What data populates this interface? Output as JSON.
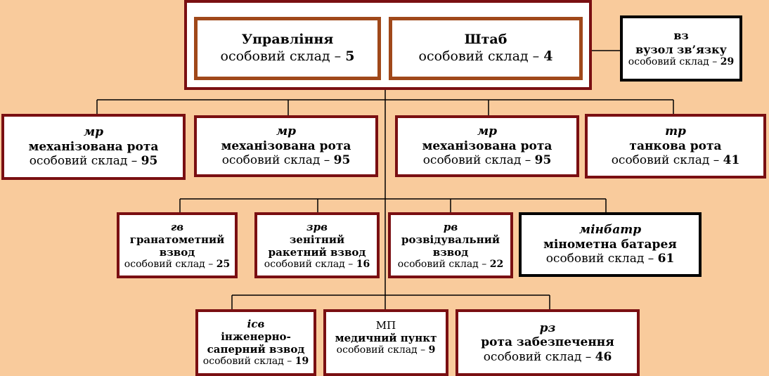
{
  "header": {
    "command": {
      "name": "Управління",
      "staff_label": "особовий склад – ",
      "count": "5"
    },
    "hq": {
      "name": "Штаб",
      "staff_label": "особовий склад – ",
      "count": "4"
    }
  },
  "comms": {
    "abbr": "вз",
    "name": "вузол зв’язку",
    "staff_label": "особовий склад – ",
    "count": "29"
  },
  "companies": [
    {
      "abbr": "мр",
      "name": "механізована рота",
      "staff_label": "особовий склад – ",
      "count": "95"
    },
    {
      "abbr": "мр",
      "name": "механізована рота",
      "staff_label": "особовий склад – ",
      "count": "95"
    },
    {
      "abbr": "мр",
      "name": "механізована рота",
      "staff_label": "особовий склад – ",
      "count": "95"
    },
    {
      "abbr": "тр",
      "name": "танкова рота",
      "staff_label": "особовий склад – ",
      "count": "41"
    }
  ],
  "platoons": [
    {
      "abbr": "гв",
      "name1": "гранатометний",
      "name2": "взвод",
      "staff_label": "особовий склад – ",
      "count": "25"
    },
    {
      "abbr": "зрв",
      "name1": "зенітний",
      "name2": "ракетний взвод",
      "staff_label": "особовий склад – ",
      "count": "16"
    },
    {
      "abbr": "рв",
      "name1": "розвідувальний",
      "name2": "взвод",
      "staff_label": "особовий склад – ",
      "count": "22"
    }
  ],
  "battery": {
    "abbr": "мінбатр",
    "name": "мінометна батарея",
    "staff_label": "особовий склад – ",
    "count": "61"
  },
  "support": [
    {
      "abbr": "ісв",
      "name1": "інженерно-",
      "name2": "саперний взвод",
      "staff_label": "особовий склад – ",
      "count": "19"
    },
    {
      "abbr": "МП",
      "name1": "медичний пункт",
      "staff_label": "особовий склад – ",
      "count": "9"
    },
    {
      "abbr": "рз",
      "name1": "рота забезпечення",
      "staff_label": "особовий склад – ",
      "count": "46"
    }
  ],
  "colors": {
    "background": "#f9cb9c",
    "box_border": "#7a0f12",
    "inner_border": "#a0481a",
    "lines": "#000000"
  }
}
